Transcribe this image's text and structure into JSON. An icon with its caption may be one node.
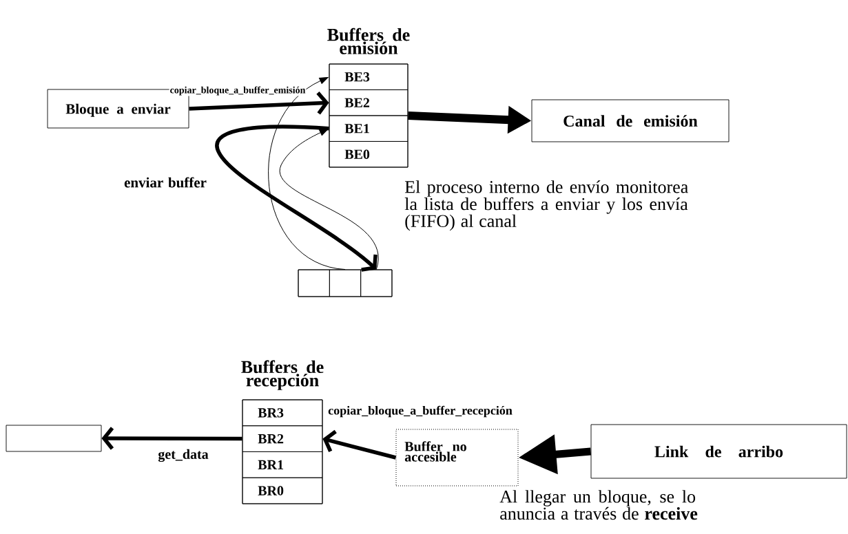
{
  "diagram": {
    "nodes": [
      {
        "text": [
          "Bloque a enviar"
        ]
      },
      {
        "text": [
          "Buffers de emisión"
        ]
      },
      {
        "text": [
          "BE3"
        ],
        "in": 1
      },
      {
        "text": [
          "BE2"
        ],
        "in": 1
      },
      {
        "text": [
          "BE1"
        ],
        "in": 1
      },
      {
        "text": [
          "BE0"
        ],
        "in": 1
      },
      {
        "text": [
          "Canal de emisión"
        ]
      },
      {
        "text": [],
        "shape": "box"
      },
      {
        "text": [],
        "shape": "box",
        "in": 7
      },
      {
        "text": [],
        "shape": "box",
        "in": 7
      },
      {
        "text": [],
        "shape": "box",
        "in": 7
      },
      {
        "text": [
          "Buffers de recepción"
        ]
      },
      {
        "text": [
          "BR3"
        ],
        "in": 11
      },
      {
        "text": [
          "BR2"
        ],
        "in": 11
      },
      {
        "text": [
          "BR1"
        ],
        "in": 11
      },
      {
        "text": [
          "BR0"
        ],
        "in": 11
      },
      {
        "text": [],
        "shape": "box"
      },
      {
        "text": [
          "Buffer no accesible"
        ]
      },
      {
        "text": [
          "Link de arribo"
        ]
      }
    ],
    "edges": [
      {
        "from": 0,
        "to": 3,
        "arrow": "to",
        "label": "copiar_bloque_a_buffer_emisión"
      },
      {
        "from": 9,
        "to": 2,
        "arrow": "to"
      },
      {
        "from": 4,
        "to": 10,
        "arrow": "to",
        "label": "enviar buffer"
      },
      {
        "from": 10,
        "to": 4,
        "arrow": "to"
      },
      {
        "from": 1,
        "to": 6,
        "arrow": "to",
        "style": "thick"
      },
      {
        "from": 13,
        "to": 16,
        "arrow": "to",
        "label": "get_data"
      },
      {
        "from": 17,
        "to": 13,
        "arrow": "to",
        "label": "copiar_bloque_a_buffer_recepción"
      },
      {
        "from": 18,
        "to": 17,
        "arrow": "to",
        "style": "thick"
      }
    ],
    "labels": [
      "El proceso interno de envío monitorea la lista de buffers a enviar y los envía (FIFO) al canal",
      "Al llegar un bloque, se lo anuncia a través de **receive**"
    ]
  }
}
